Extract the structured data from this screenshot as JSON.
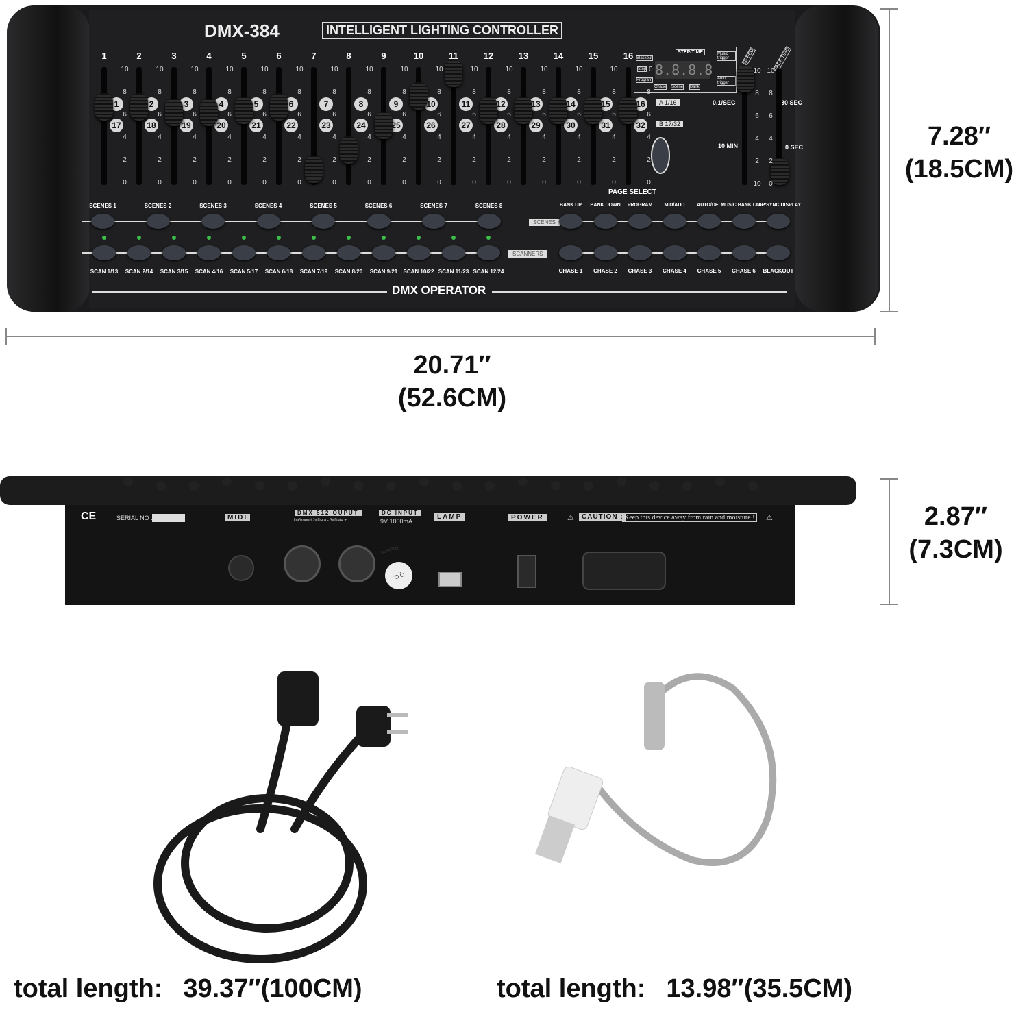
{
  "console": {
    "model": "DMX-384",
    "subtitle": "INTELLIGENT LIGHTING CONTROLLER",
    "channels": [
      "1",
      "2",
      "3",
      "4",
      "5",
      "6",
      "7",
      "8",
      "9",
      "10",
      "11",
      "12",
      "13",
      "14",
      "15",
      "16"
    ],
    "page_a": [
      "1",
      "2",
      "3",
      "4",
      "5",
      "6",
      "7",
      "8",
      "9",
      "10",
      "11",
      "12",
      "13",
      "14",
      "15",
      "16"
    ],
    "page_b": [
      "17",
      "18",
      "19",
      "20",
      "21",
      "22",
      "23",
      "24",
      "25",
      "26",
      "27",
      "28",
      "29",
      "30",
      "31",
      "32"
    ],
    "scale": [
      "10",
      "8",
      "6",
      "4",
      "2",
      "0"
    ],
    "fader_levels": [
      6.6,
      6.6,
      6.1,
      6.1,
      6.3,
      6.6,
      1.1,
      2.8,
      5,
      7.6,
      9.6,
      6.3,
      6.3,
      6.3,
      6.3,
      6.3
    ],
    "page_a_label": "A 1/16",
    "page_b_label": "B 17/32",
    "page_select": "PAGE SELECT",
    "display": {
      "step_time": "STEP/TIME",
      "digits": "8.8.8.8",
      "blackout": "Blackout",
      "step": "Step",
      "program": "Program",
      "chase": "Chase",
      "scene": "Scene",
      "bank": "Bank",
      "music_trigger": "Music trigger",
      "auto_trigger": "Auto trigger"
    },
    "speed": {
      "label": "SPEED",
      "top": "0.1/SEC",
      "bottom": "10 MIN",
      "scale": [
        "10",
        "8",
        "6",
        "4",
        "2",
        "10"
      ]
    },
    "fade": {
      "label": "FADE TIME",
      "top": "30 SEC",
      "bottom": "0 SEC",
      "scale": [
        "10",
        "8",
        "6",
        "4",
        "2",
        "0"
      ]
    },
    "scenes": [
      "SCENES 1",
      "SCENES 2",
      "SCENES 3",
      "SCENES 4",
      "SCENES 5",
      "SCENES 6",
      "SCENES 7",
      "SCENES 8"
    ],
    "scenes_arrow": "SCENES",
    "scanners": [
      "SCAN 1/13",
      "SCAN 2/14",
      "SCAN 3/15",
      "SCAN 4/16",
      "SCAN 5/17",
      "SCAN 6/18",
      "SCAN 7/19",
      "SCAN 8/20",
      "SCAN 9/21",
      "SCAN 10/22",
      "SCAN 11/23",
      "SCAN 12/24"
    ],
    "scanners_arrow": "SCANNERS",
    "func_top": [
      "BANK UP",
      "BANK DOWN",
      "PROGRAM",
      "MID/ADD",
      "AUTO/DEL",
      "MUSIC BANK COPY",
      "TAP SYNC DISPLAY"
    ],
    "func_bottom": [
      "CHASE 1",
      "CHASE 2",
      "CHASE 3",
      "CHASE 4",
      "CHASE 5",
      "CHASE 6",
      "BLACKOUT"
    ],
    "footer": "DMX OPERATOR"
  },
  "dimensions": {
    "height": "7.28″",
    "height_cm": "(18.5CM)",
    "width": "20.71″",
    "width_cm": "(52.6CM)",
    "depth": "2.87″",
    "depth_cm": "(7.3CM)"
  },
  "back": {
    "ce": "CE",
    "serial": "SERIAL NO :",
    "midi": "MIDI",
    "dmx_out": "DMX 512 OUPUT",
    "dmx_pins": "1=Ground  2=Data -  3=Data +",
    "dc_input": "DC INPUT",
    "dc_rating": "9V  1000mA",
    "lamp": "LAMP",
    "power": "POWER",
    "caution": "CAUTION :",
    "caution_text": "Keep this device away  from rain and moisture !",
    "qc": "Q.C. Passed"
  },
  "accessories": {
    "cable_label": "total length:",
    "cable_length": "39.37″(100CM)",
    "lamp_label": "total length:",
    "lamp_length": "13.98″(35.5CM)"
  }
}
